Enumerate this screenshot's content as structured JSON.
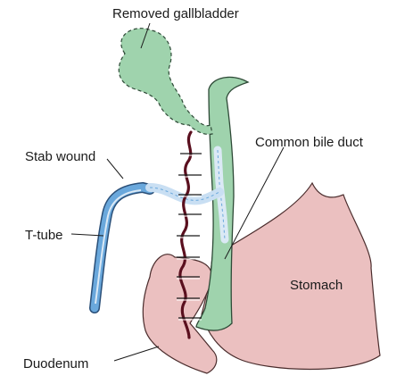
{
  "labels": {
    "removed_gallbladder": "Removed gallbladder",
    "stab_wound": "Stab wound",
    "common_bile_duct": "Common bile duct",
    "t_tube": "T-tube",
    "stomach": "Stomach",
    "duodenum": "Duodenum"
  },
  "colors": {
    "bile_duct": "#9fd3ad",
    "bile_duct_stroke": "#2e4a37",
    "t_tube": "#6aa8dc",
    "t_tube_light": "#c9dff3",
    "stomach": "#ebc0c0",
    "stomach_stroke": "#4a2c2c",
    "suture": "#5a0f1e"
  }
}
